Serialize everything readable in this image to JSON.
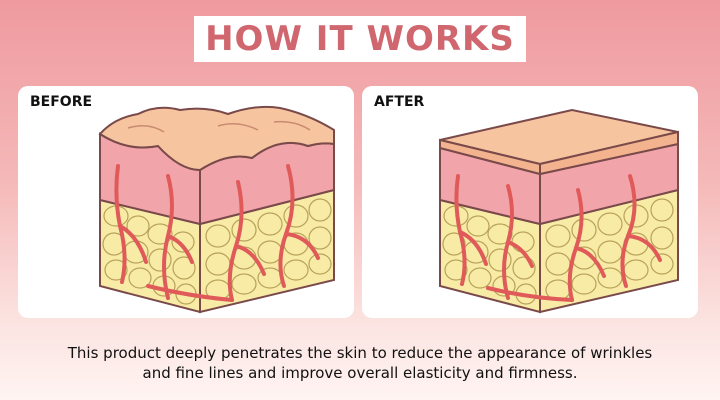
{
  "title": "HOW IT WORKS",
  "panels": {
    "before": {
      "label": "BEFORE"
    },
    "after": {
      "label": "AFTER"
    }
  },
  "caption": {
    "line1": "This product deeply penetrates the skin to reduce the appearance of wrinkles",
    "line2": "and fine lines and improve overall elasticity and firmness."
  },
  "colors": {
    "title_text": "#d0676f",
    "skin_top": "#f7c4a0",
    "dermis": "#f2a4ab",
    "fat": "#f7eba6",
    "vessel": "#e05a5a",
    "outline": "#7a4a4a"
  }
}
